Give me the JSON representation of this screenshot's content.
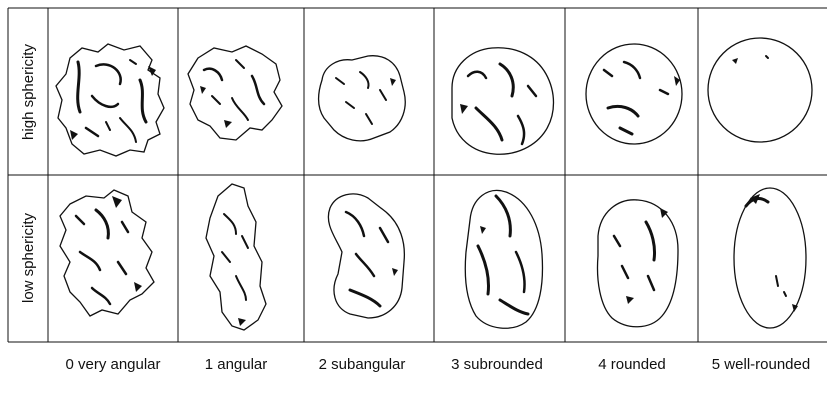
{
  "row_labels": {
    "top": "high sphericity",
    "bottom": "low sphericity"
  },
  "columns": [
    {
      "label": "0 very angular"
    },
    {
      "label": "1 angular"
    },
    {
      "label": "2 subangular"
    },
    {
      "label": "3 subrounded"
    },
    {
      "label": "4 rounded"
    },
    {
      "label": "5 well-rounded"
    }
  ],
  "colors": {
    "line": "#111111",
    "background": "#ffffff"
  }
}
